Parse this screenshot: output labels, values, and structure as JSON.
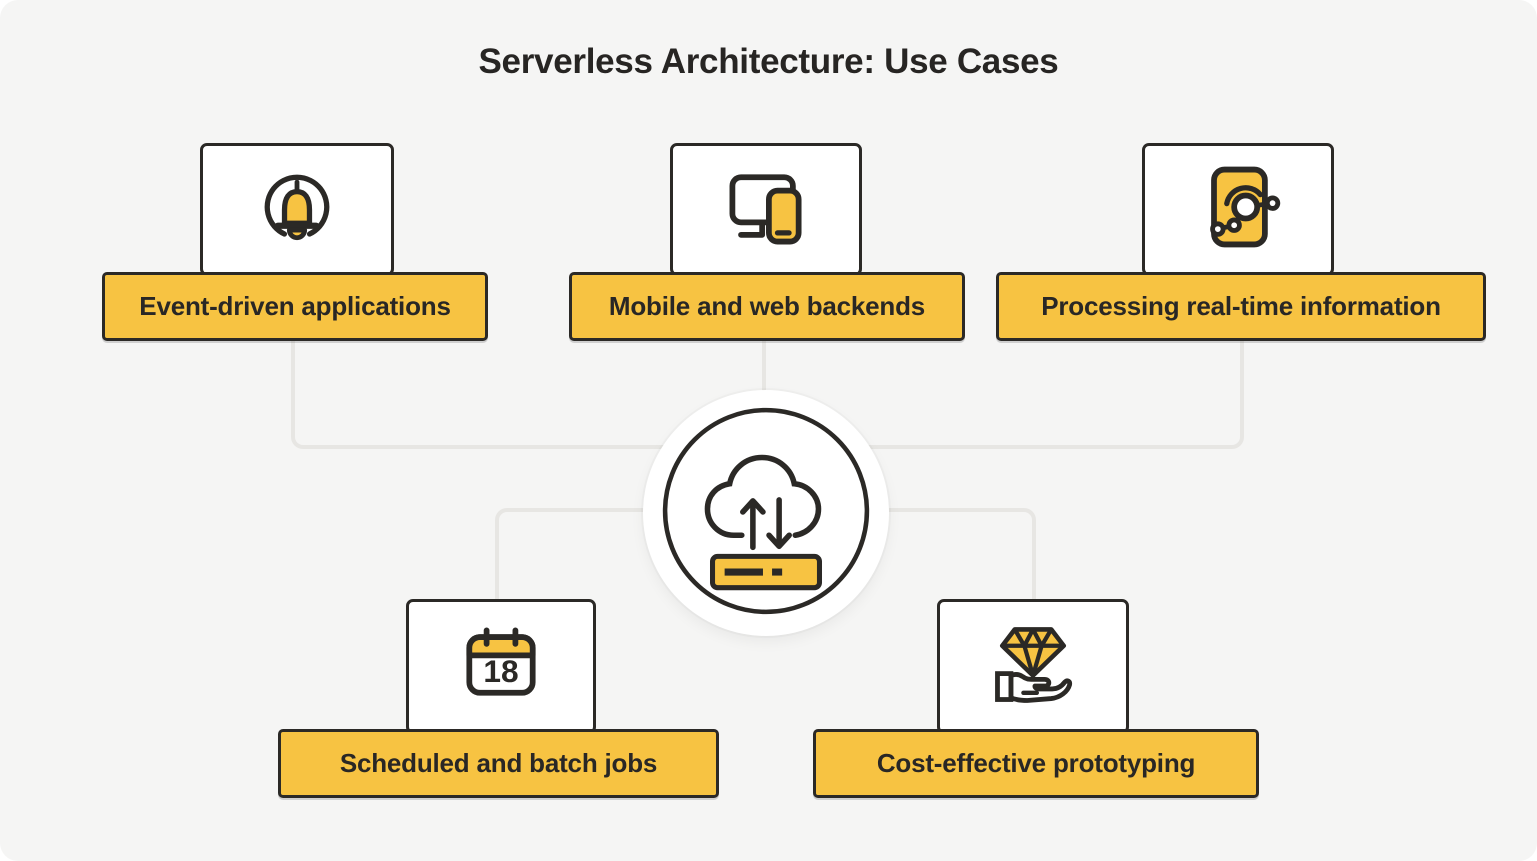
{
  "title": "Serverless Architecture: Use Cases",
  "colors": {
    "accent_yellow": "#f7c342",
    "outline_dark": "#2b2926",
    "background": "#f5f5f4",
    "connector_gray": "#e7e6e3",
    "card_white": "#ffffff"
  },
  "center_hub": {
    "icon": "cloud-upload-download-server-icon"
  },
  "use_cases": [
    {
      "id": "event-driven",
      "label": "Event-driven applications",
      "icon": "notification-bell-icon"
    },
    {
      "id": "mobile-web",
      "label": "Mobile and web backends",
      "icon": "monitor-and-phone-icon"
    },
    {
      "id": "real-time",
      "label": "Processing real-time information",
      "icon": "phone-data-points-icon"
    },
    {
      "id": "scheduled",
      "label": "Scheduled and batch jobs",
      "icon": "calendar-icon"
    },
    {
      "id": "prototyping",
      "label": "Cost-effective prototyping",
      "icon": "hand-holding-diamond-icon"
    }
  ],
  "calendar_day": "18"
}
